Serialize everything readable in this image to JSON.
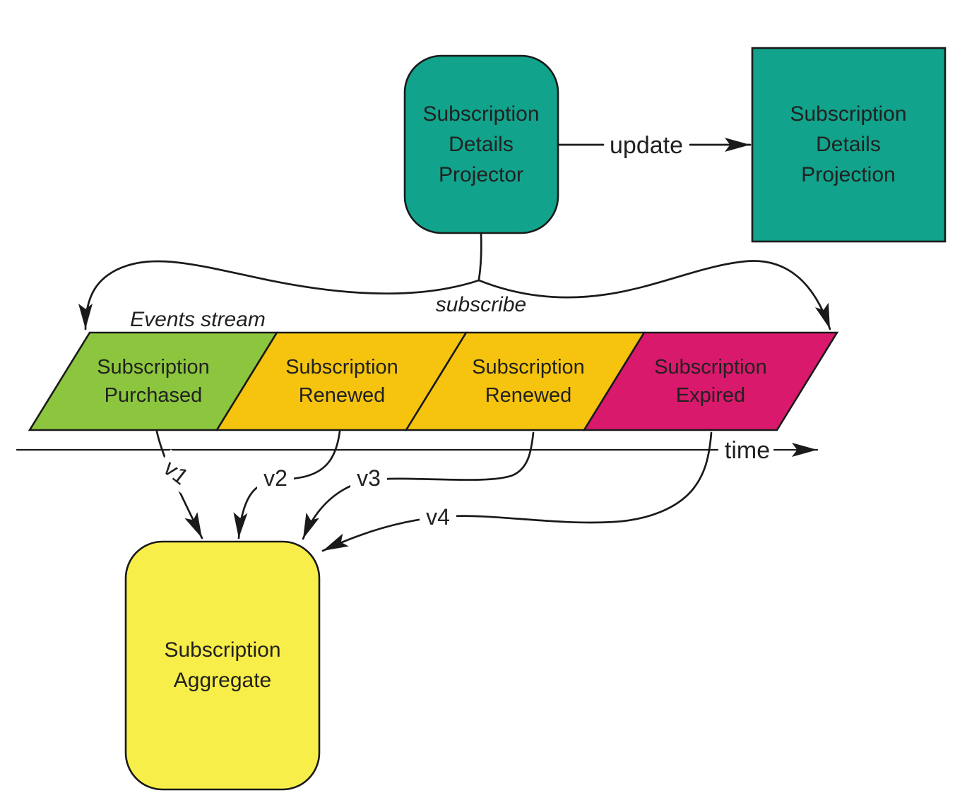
{
  "colors": {
    "teal": "#11A38B",
    "green": "#8CC63E",
    "amber": "#F6C40E",
    "magenta": "#D9196B",
    "yellow": "#F8EE49",
    "ink": "#1A1A1A"
  },
  "nodes": {
    "projector": {
      "lines": [
        "Subscription",
        "Details",
        "Projector"
      ]
    },
    "projection": {
      "lines": [
        "Subscription",
        "Details",
        "Projection"
      ]
    },
    "aggregate": {
      "lines": [
        "Subscription",
        "Aggregate"
      ]
    }
  },
  "stream": {
    "title": "Events stream",
    "events": [
      {
        "line1": "Subscription",
        "line2": "Purchased",
        "color": "#8CC63E",
        "version": "v1"
      },
      {
        "line1": "Subscription",
        "line2": "Renewed",
        "color": "#F6C40E",
        "version": "v2"
      },
      {
        "line1": "Subscription",
        "line2": "Renewed",
        "color": "#F6C40E",
        "version": "v3"
      },
      {
        "line1": "Subscription",
        "line2": "Expired",
        "color": "#D9196B",
        "version": "v4"
      }
    ]
  },
  "edges": {
    "update": "update",
    "subscribe": "subscribe",
    "time": "time"
  }
}
